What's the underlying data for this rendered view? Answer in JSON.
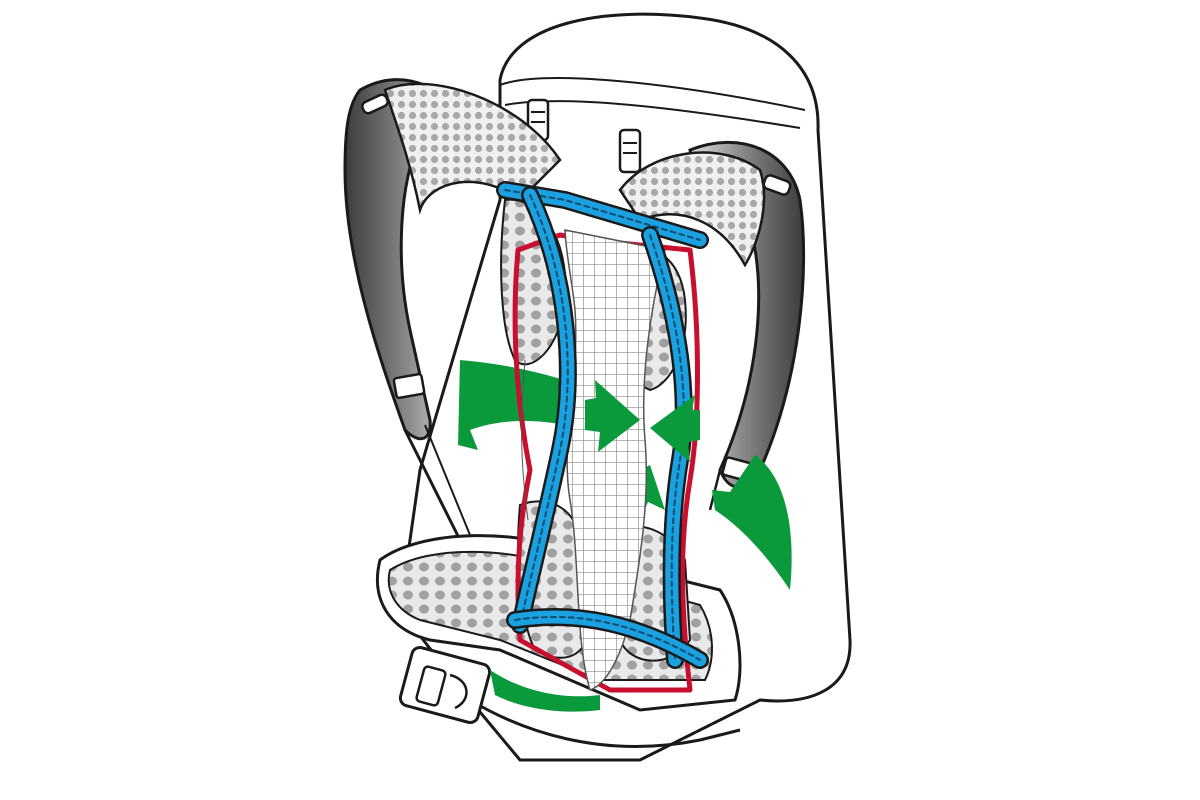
{
  "illustration": {
    "subject": "backpack-back-ventilation-system",
    "components": [
      "pack-body",
      "shoulder-strap-left",
      "shoulder-strap-right",
      "shoulder-pad-left",
      "shoulder-pad-right",
      "upper-back-pad-left",
      "upper-back-pad-right",
      "lower-back-pad-left",
      "lower-back-pad-right",
      "mesh-back-panel",
      "frame-outline",
      "blue-frame-stays",
      "hip-belt",
      "hip-belt-buckle",
      "airflow-arrows"
    ],
    "colors": {
      "outline": "#1a1a1a",
      "pack_fill": "#ffffff",
      "strap_dark": "#4a4a4a",
      "strap_light": "#dcdcdc",
      "padding": "#c8c8c8",
      "padding_dots": "#8c8c8c",
      "mesh": "#9a9a9a",
      "frame_red": "#c8102e",
      "frame_blue": "#1ba0e0",
      "airflow_green": "#0a9a3c"
    }
  }
}
